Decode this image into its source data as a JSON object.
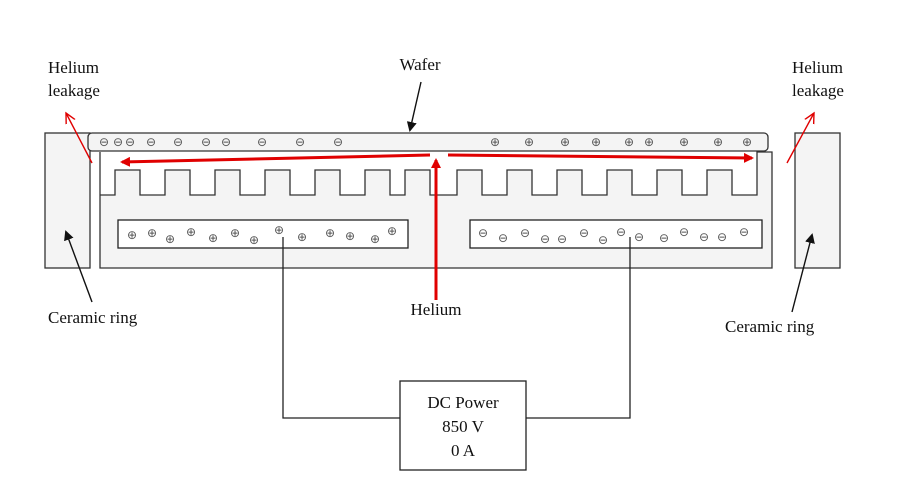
{
  "labels": {
    "wafer": "Wafer",
    "helium_leak_left_line1": "Helium",
    "helium_leak_left_line2": "leakage",
    "helium_leak_right_line1": "Helium",
    "helium_leak_right_line2": "leakage",
    "ceramic_ring_left": "Ceramic ring",
    "ceramic_ring_right": "Ceramic ring",
    "helium": "Helium"
  },
  "power_supply": {
    "line1": "DC Power",
    "line2": "850 V",
    "line3": "0 A"
  },
  "charges": {
    "wafer_left": "⊖",
    "wafer_right": "⊕",
    "electrode_left": "⊕",
    "electrode_right": "⊖"
  },
  "colors": {
    "flow_arrow": "#e00000",
    "leak_arrow": "#e00000",
    "outline": "#333333",
    "body_fill": "#f4f4f4"
  }
}
